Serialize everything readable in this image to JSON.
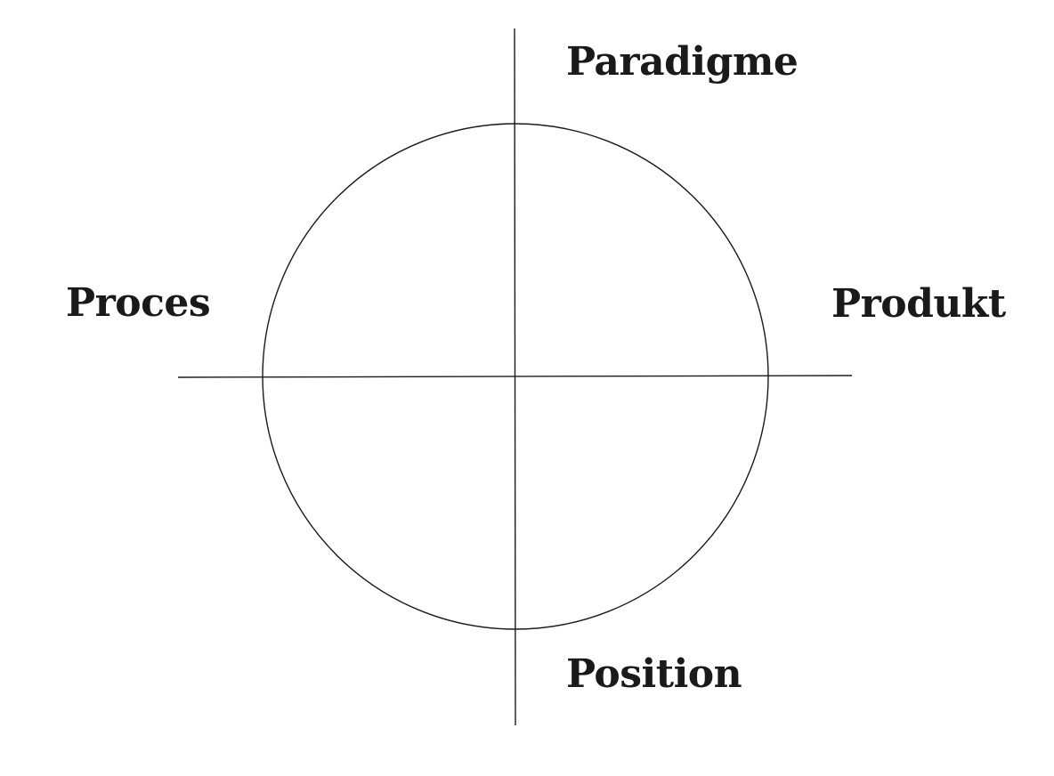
{
  "labels": {
    "top": "Paradigme",
    "left": "Proces",
    "right": "Produkt",
    "bottom": "Position"
  },
  "colors": {
    "line": "#1a1a1a",
    "background": "#ffffff"
  }
}
